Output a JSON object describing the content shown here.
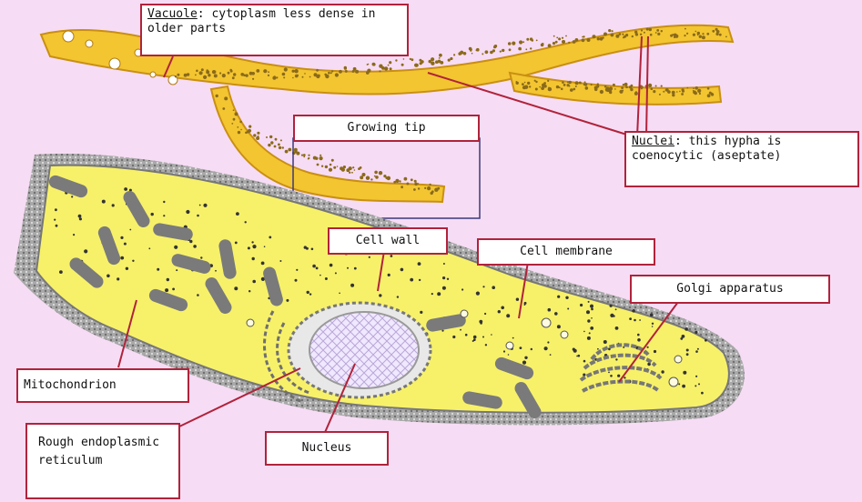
{
  "colors": {
    "background": "#f7dcf5",
    "hypha_fill": "#f3c531",
    "hypha_outline": "#c98f12",
    "cell_fill": "#f7f16a",
    "cell_wall": "#8c8c8c",
    "organelle": "#7a7a7a",
    "label_border": "#b0233b",
    "leader_line": "#b0233b"
  },
  "labels": {
    "vacuole": {
      "term": "Vacuole",
      "text": ": cytoplasm less dense in older parts"
    },
    "growing_tip": {
      "text": "Growing tip"
    },
    "nuclei": {
      "term": "Nuclei",
      "text": ": this hypha is coenocytic (aseptate)"
    },
    "cell_wall": {
      "text": "Cell wall"
    },
    "cell_membrane": {
      "text": "Cell membrane"
    },
    "golgi": {
      "text": "Golgi apparatus"
    },
    "mitochondrion": {
      "text": "Mitochondrion"
    },
    "rough_er": {
      "text": "Rough endoplasmic reticulum"
    },
    "nucleus": {
      "text": "Nucleus"
    }
  }
}
